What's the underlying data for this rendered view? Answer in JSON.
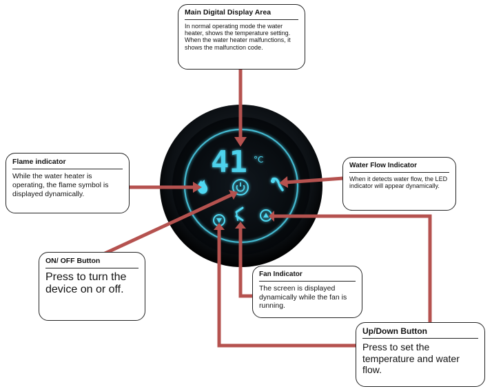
{
  "labels": {
    "display": {
      "title": "Main Digital Display Area",
      "desc": "In normal operating mode the water heater, shows the temperature setting.\nWhen the water heater malfunctions, it shows the malfunction code."
    },
    "flame": {
      "title": "Flame indicator",
      "desc": "While the water heater is operating, the flame symbol is displayed dynamically."
    },
    "waterflow": {
      "title": "Water Flow Indicator",
      "desc": "When it detects water flow, the LED indicator will appear dynamically."
    },
    "onoff": {
      "title": "ON/ OFF Button",
      "desc": "Press to turn the device on or off."
    },
    "fan": {
      "title": "Fan Indicator",
      "desc": "The screen is displayed dynamically while the fan is running."
    },
    "updown": {
      "title": "Up/Down Button",
      "desc": "Press to set the temperature and water flow."
    }
  },
  "panel": {
    "temperature_digits": "41",
    "unit": "°C"
  },
  "colors": {
    "connector": "#b5524f",
    "led_glow": "#4fd8f2",
    "panel_face": "#0d141a"
  },
  "icons": [
    "flame-icon",
    "power-icon",
    "water-flow-icon",
    "fan-icon",
    "down-arrow-icon",
    "up-arrow-icon"
  ]
}
